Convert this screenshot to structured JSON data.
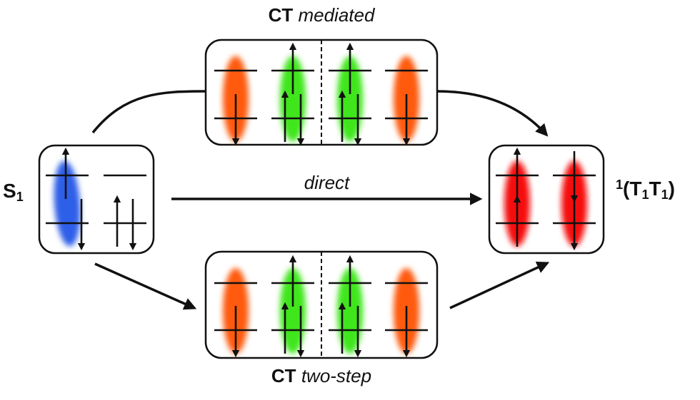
{
  "labels": {
    "top_bold": "CT",
    "top_italic": "mediated",
    "bottom_bold": "CT",
    "bottom_italic": "two-step",
    "direct": "direct",
    "left_state_main": "S",
    "left_state_sub": "1",
    "right_state_sup": "1",
    "right_state_open": "(T",
    "right_state_sub1": "1",
    "right_state_mid": "T",
    "right_state_sub2": "1",
    "right_state_close": ")"
  },
  "colors": {
    "singlet_blue": "#2f5fe8",
    "ct_orange": "#ff5a10",
    "ct_green": "#3fe61a",
    "triplet_red": "#f51010",
    "line": "#111111"
  },
  "states": {
    "initial": {
      "name": "S1",
      "molecules": [
        {
          "color": "singlet_blue",
          "upper": [
            "up"
          ],
          "lower": [
            "down"
          ]
        },
        {
          "color": "none",
          "upper": [],
          "lower": [
            "up",
            "down"
          ]
        }
      ]
    },
    "ct_mediated": {
      "name": "CT mediated",
      "molecules": [
        {
          "color": "ct_orange",
          "upper": [],
          "lower": [
            "down"
          ]
        },
        {
          "color": "ct_green",
          "upper": [
            "up"
          ],
          "lower": [
            "up",
            "down"
          ]
        },
        {
          "color": "ct_green",
          "upper": [
            "up"
          ],
          "lower": [
            "up",
            "down"
          ]
        },
        {
          "color": "ct_orange",
          "upper": [],
          "lower": [
            "down"
          ]
        }
      ]
    },
    "ct_two_step": {
      "name": "CT two-step",
      "molecules": [
        {
          "color": "ct_orange",
          "upper": [],
          "lower": [
            "down"
          ]
        },
        {
          "color": "ct_green",
          "upper": [
            "up"
          ],
          "lower": [
            "up",
            "down"
          ]
        },
        {
          "color": "ct_green",
          "upper": [
            "up"
          ],
          "lower": [
            "up",
            "down"
          ]
        },
        {
          "color": "ct_orange",
          "upper": [],
          "lower": [
            "down"
          ]
        }
      ]
    },
    "final": {
      "name": "1(T1T1)",
      "molecules": [
        {
          "color": "triplet_red",
          "upper": [
            "up"
          ],
          "lower": [
            "up"
          ]
        },
        {
          "color": "triplet_red",
          "upper": [
            "down"
          ],
          "lower": [
            "down"
          ]
        }
      ]
    }
  },
  "pathways": [
    {
      "name": "ct-mediated",
      "from": "S1",
      "via": "CT mediated",
      "to": "1(T1T1)"
    },
    {
      "name": "direct",
      "from": "S1",
      "to": "1(T1T1)"
    },
    {
      "name": "ct-two-step",
      "from": "S1",
      "via": "CT two-step",
      "to": "1(T1T1)"
    }
  ]
}
